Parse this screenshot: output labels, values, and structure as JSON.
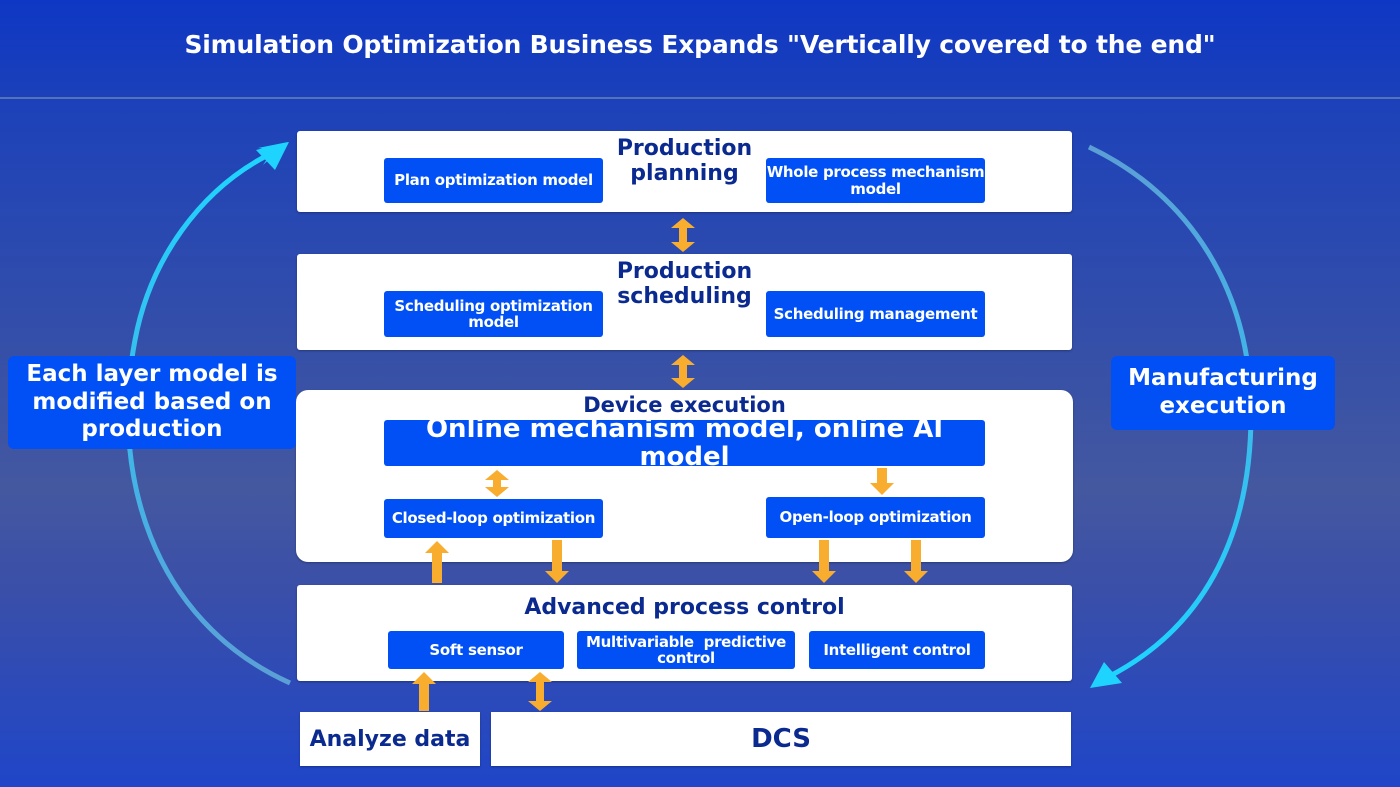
{
  "title": "Simulation Optimization Business Expands \"Vertically covered to the end\"",
  "colors": {
    "chip_blue": "#0050f5",
    "heading_navy": "#0b2a8f",
    "arrow_orange": "#f9ad2e",
    "cycle_cyan": "#1ed4ff"
  },
  "layers": {
    "planning": {
      "title_line1": "Production",
      "title_line2": "planning",
      "chips": [
        "Plan optimization model",
        "Whole process mechanism model"
      ]
    },
    "scheduling": {
      "title_line1": "Production",
      "title_line2": "scheduling",
      "chips": [
        "Scheduling optimization model",
        "Scheduling management"
      ]
    },
    "device": {
      "title": "Device execution",
      "main_chip": "Online mechanism model, online AI model",
      "chips": [
        "Closed-loop optimization",
        "Open-loop optimization"
      ]
    },
    "apc": {
      "title": "Advanced process control",
      "chips": [
        "Soft sensor",
        "Multivariable  predictive control",
        "Intelligent control"
      ]
    }
  },
  "base": {
    "analyze": "Analyze data",
    "dcs": "DCS"
  },
  "side_labels": {
    "left": "Each layer model is modified based on production",
    "right": "Manufacturing execution"
  },
  "icons": {
    "bidirectional_arrow": "double-vertical-arrow-icon",
    "down_arrow": "down-arrow-icon",
    "up_arrow": "up-arrow-icon",
    "cycle_arrow": "curved-arrow-icon"
  }
}
